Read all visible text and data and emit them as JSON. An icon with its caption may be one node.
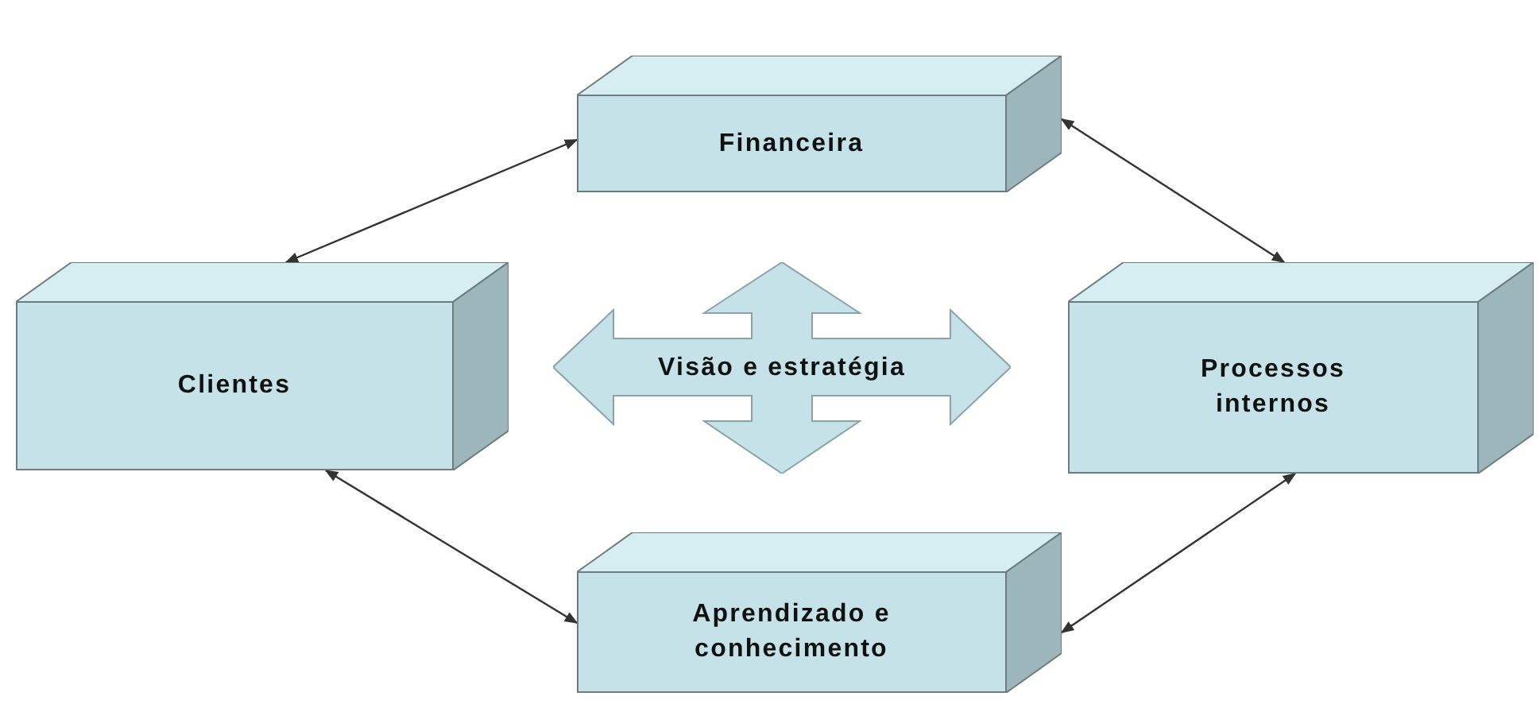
{
  "diagram": {
    "nodes": [
      {
        "text": [
          "Financeira"
        ]
      },
      {
        "text": [
          "Clientes"
        ]
      },
      {
        "text": [
          "Visão e estratégia"
        ]
      },
      {
        "text": [
          "Processos internos"
        ]
      },
      {
        "text": [
          "Aprendizado e conhecimento"
        ]
      }
    ],
    "edges": [
      {
        "from": 0,
        "to": 1,
        "arrow": "both"
      },
      {
        "from": 0,
        "to": 3,
        "arrow": "both"
      },
      {
        "from": 1,
        "to": 4,
        "arrow": "both"
      },
      {
        "from": 3,
        "to": 4,
        "arrow": "both"
      }
    ]
  }
}
